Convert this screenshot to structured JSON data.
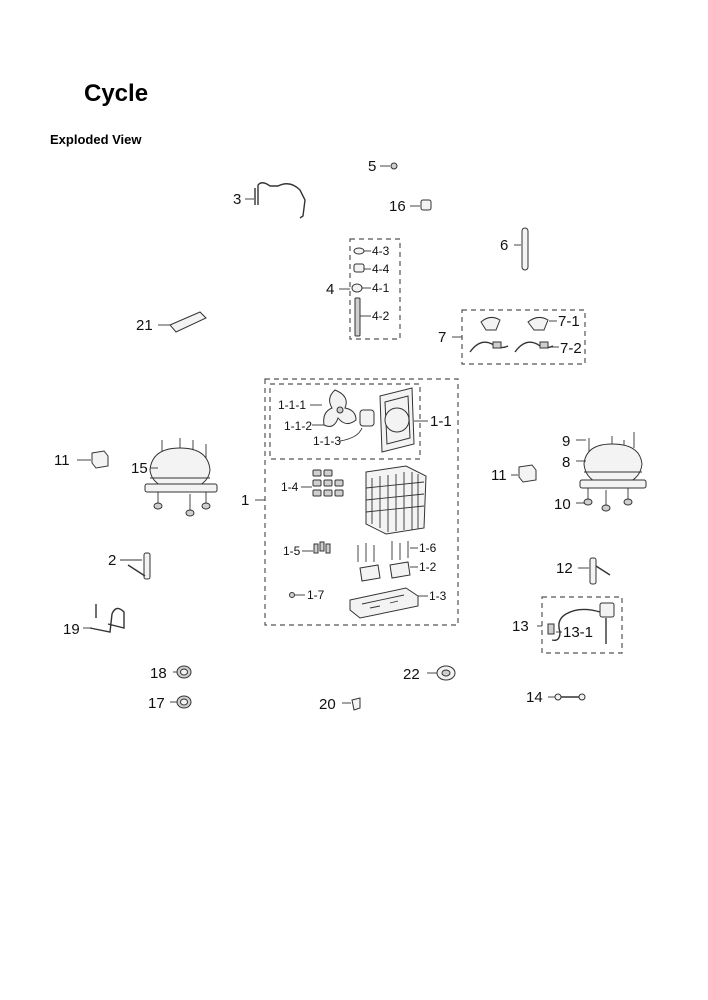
{
  "header": {
    "title": "Cycle",
    "subtitle": "Exploded View"
  },
  "callouts": {
    "c1": "1",
    "c1_1": "1-1",
    "c1_1_1": "1-1-1",
    "c1_1_2": "1-1-2",
    "c1_1_3": "1-1-3",
    "c1_2": "1-2",
    "c1_3": "1-3",
    "c1_4": "1-4",
    "c1_5": "1-5",
    "c1_6": "1-6",
    "c1_7": "1-7",
    "c2": "2",
    "c3": "3",
    "c4": "4",
    "c4_1": "4-1",
    "c4_2": "4-2",
    "c4_3": "4-3",
    "c4_4": "4-4",
    "c5": "5",
    "c6": "6",
    "c7": "7",
    "c7_1": "7-1",
    "c7_2": "7-2",
    "c8": "8",
    "c9": "9",
    "c10": "10",
    "c11_left": "11",
    "c11_right": "11",
    "c12": "12",
    "c13": "13",
    "c13_1": "13-1",
    "c14": "14",
    "c15": "15",
    "c16": "16",
    "c17": "17",
    "c18": "18",
    "c19": "19",
    "c20": "20",
    "c21": "21",
    "c22": "22"
  }
}
